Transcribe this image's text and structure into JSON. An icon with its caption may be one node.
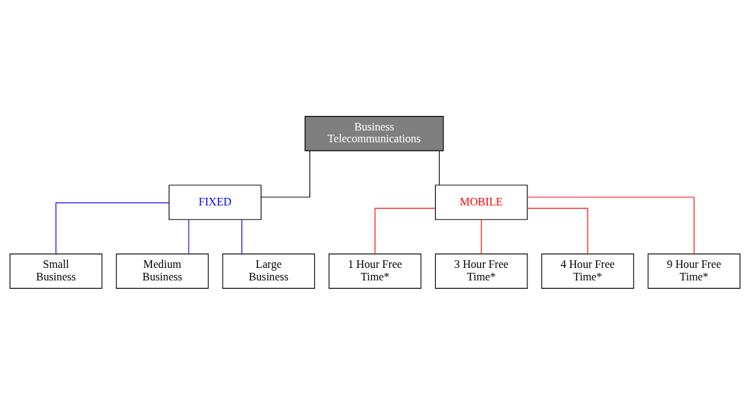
{
  "diagram": {
    "nodes": [
      {
        "text": [
          "Business Telecommunications"
        ]
      },
      {
        "text": [
          "FIXED"
        ]
      },
      {
        "text": [
          "MOBILE"
        ]
      },
      {
        "text": [
          "Small Business"
        ]
      },
      {
        "text": [
          "Medium Business"
        ]
      },
      {
        "text": [
          "Large Business"
        ]
      },
      {
        "text": [
          "1 Hour Free Time*"
        ]
      },
      {
        "text": [
          "3 Hour Free Time*"
        ]
      },
      {
        "text": [
          "4 Hour Free Time*"
        ]
      },
      {
        "text": [
          "9 Hour Free Time*"
        ]
      }
    ],
    "edges": [
      {
        "from": 0,
        "to": 1,
        "arrow": "none",
        "color": "#000000"
      },
      {
        "from": 0,
        "to": 2,
        "arrow": "none",
        "color": "#000000"
      },
      {
        "from": 1,
        "to": 3,
        "arrow": "none",
        "color": "#0000ff"
      },
      {
        "from": 1,
        "to": 4,
        "arrow": "none",
        "color": "#0000ff"
      },
      {
        "from": 1,
        "to": 5,
        "arrow": "none",
        "color": "#0000ff"
      },
      {
        "from": 2,
        "to": 6,
        "arrow": "none",
        "color": "#ff0000"
      },
      {
        "from": 2,
        "to": 7,
        "arrow": "none",
        "color": "#ff0000"
      },
      {
        "from": 2,
        "to": 8,
        "arrow": "none",
        "color": "#ff0000"
      },
      {
        "from": 2,
        "to": 9,
        "arrow": "none",
        "color": "#ff0000"
      }
    ]
  }
}
